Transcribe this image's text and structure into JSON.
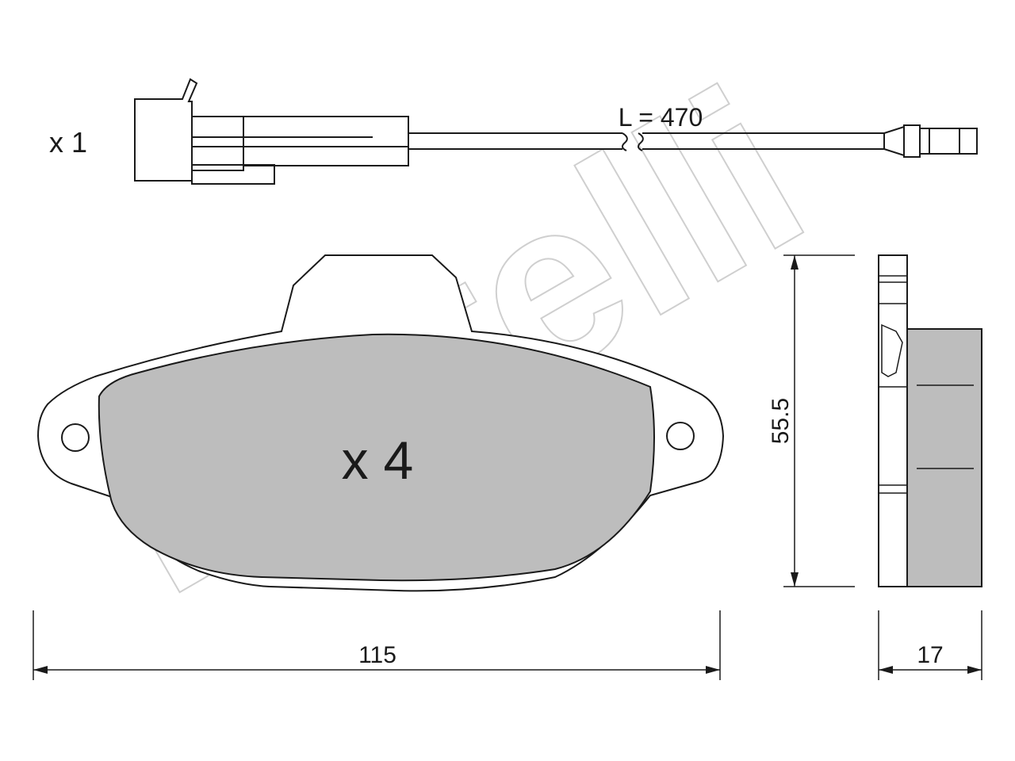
{
  "watermark": {
    "text": "metelli",
    "color": "#cfcfcf"
  },
  "sensor": {
    "quantity_label": "x 1",
    "length_label": "L = 470"
  },
  "pad": {
    "quantity_label": "x 4",
    "fill_color": "#bdbdbd"
  },
  "dimensions": {
    "width_label": "115",
    "height_label": "55.5",
    "thickness_label": "17"
  }
}
